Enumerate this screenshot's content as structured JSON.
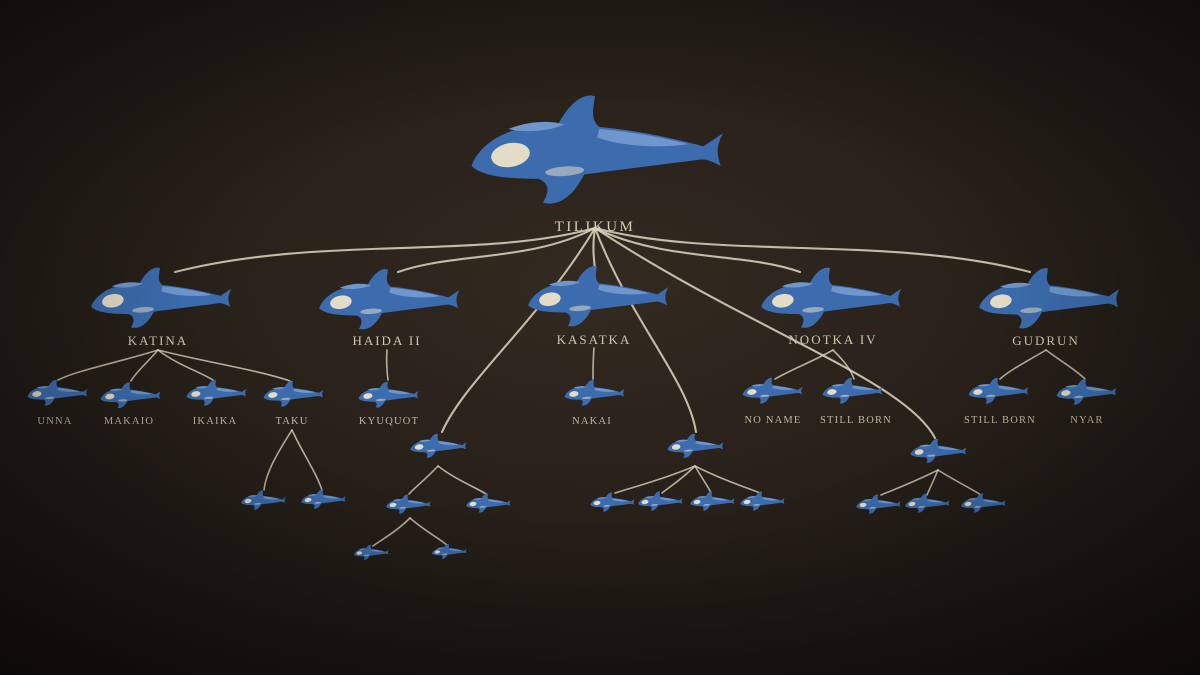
{
  "title": "Tilikum orca family tree",
  "labels": {
    "root": "TILIKUM",
    "gen2": [
      "KATINA",
      "HAIDA II",
      "KASATKA",
      "NOOTKA IV",
      "GUDRUN"
    ],
    "gen3": [
      "UNNA",
      "MAKAIO",
      "IKAIKA",
      "TAKU",
      "KYUQUOT",
      "NAKAI",
      "NO NAME",
      "STILL BORN",
      "STILL BORN",
      "NYAR"
    ]
  },
  "diagram": {
    "type": "family-tree",
    "subject": "TILIKUM",
    "families": [
      {
        "parent": "KATINA",
        "children": [
          "UNNA",
          "MAKAIO",
          "IKAIKA",
          "TAKU"
        ]
      },
      {
        "parent": "HAIDA II",
        "children": [
          "KYUQUOT"
        ]
      },
      {
        "parent": "KASATKA",
        "children": [
          "NAKAI"
        ]
      },
      {
        "parent": "NOOTKA IV",
        "children": [
          "NO NAME",
          "STILL BORN"
        ]
      },
      {
        "parent": "GUDRUN",
        "children": [
          "STILL BORN",
          "NYAR"
        ]
      }
    ],
    "unlabeled_descendants": {
      "mid_row": 3,
      "fourth_row_groups": [
        2,
        2,
        4,
        3
      ],
      "fifth_row": 2
    }
  },
  "colors": {
    "background": "#272019",
    "line": "#ded6bf",
    "text": "#cfc6ad",
    "orca_body": "#3c6cad",
    "orca_light_patch": "#6f97ce",
    "orca_eye_patch": "#e3dcc6"
  }
}
